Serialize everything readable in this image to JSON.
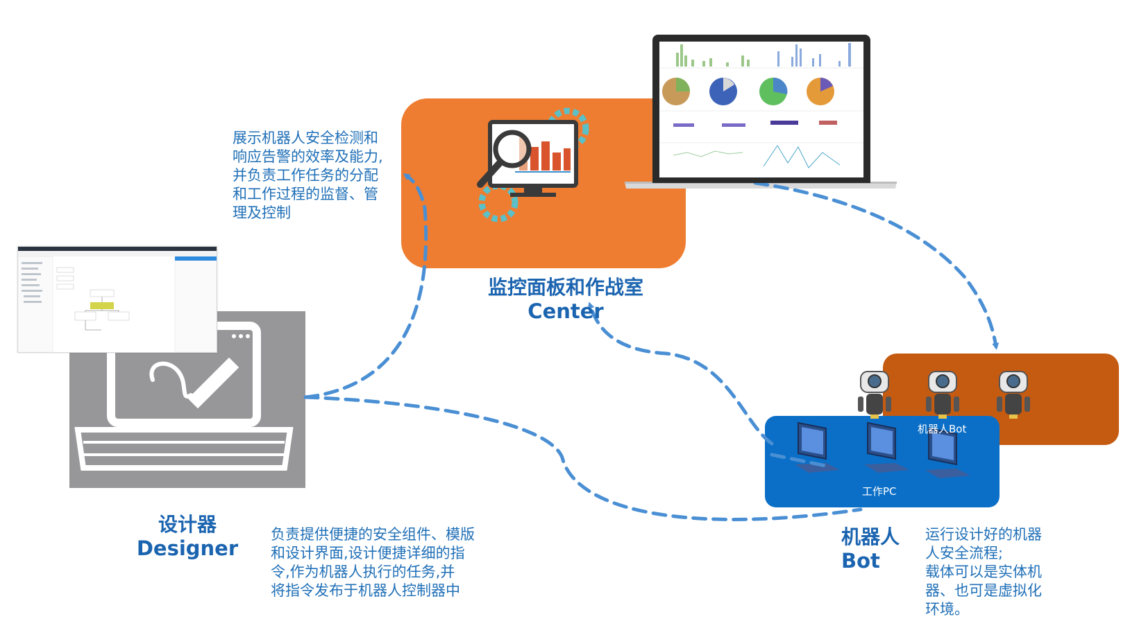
{
  "center": {
    "title_cn": "监控面板和作战室",
    "title_en": "Center",
    "description": [
      "展示机器人安全检测和",
      "响应告警的效率及能力,",
      "并负责工作任务的分配",
      "和工作过程的监督、管",
      "理及控制"
    ]
  },
  "designer": {
    "title_cn": "设计器",
    "title_en": "Designer",
    "description": [
      "负责提供便捷的安全组件、模版",
      "和设计界面,设计便捷详细的指",
      "令,作为机器人执行的任务,并",
      "将指令发布于机器人控制器中"
    ]
  },
  "bot": {
    "title_cn": "机器人",
    "title_en": "Bot",
    "description": [
      "运行设计好的机器",
      "人安全流程;",
      "载体可以是实体机",
      "器、也可是虚拟化",
      "环境。"
    ],
    "robot_label": "机器人Bot",
    "pc_label": "工作PC"
  },
  "colors": {
    "center_box": "#ee7d31",
    "robot_box": "#c55a11",
    "pc_box": "#0b6fc7",
    "designer_box": "#979799",
    "arrow": "#4a8fd4",
    "text_blue": "#1b64b0"
  }
}
